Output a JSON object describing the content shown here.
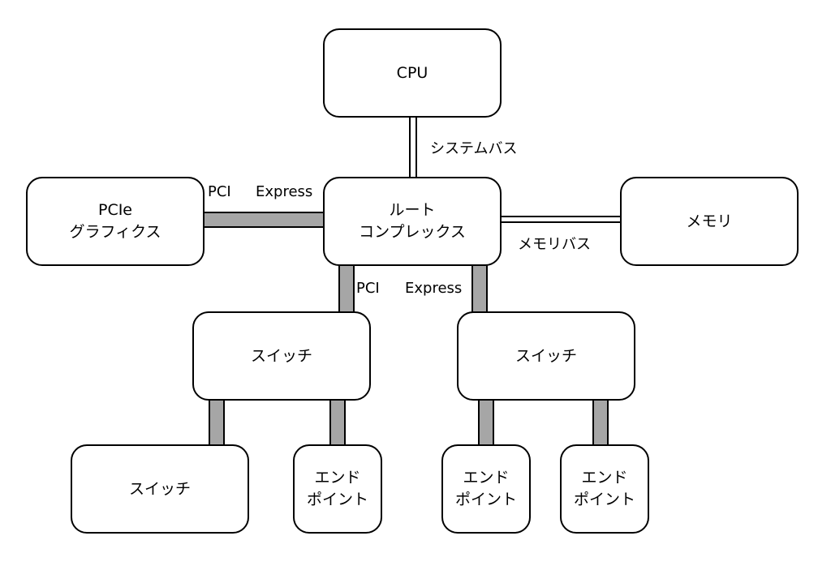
{
  "colors": {
    "border": "#000000",
    "pcie_link": "#a6a6a6",
    "background": "#ffffff"
  },
  "nodes": {
    "cpu": {
      "lines": [
        "CPU"
      ]
    },
    "root_complex": {
      "lines": [
        "ルート",
        "コンプレックス"
      ]
    },
    "pcie_graphics": {
      "lines": [
        "PCIe",
        "グラフィクス"
      ]
    },
    "memory": {
      "lines": [
        "メモリ"
      ]
    },
    "switch_left": {
      "lines": [
        "スイッチ"
      ]
    },
    "switch_right": {
      "lines": [
        "スイッチ"
      ]
    },
    "switch_bottom": {
      "lines": [
        "スイッチ"
      ]
    },
    "endpoint_1": {
      "lines": [
        "エンド",
        "ポイント"
      ]
    },
    "endpoint_2": {
      "lines": [
        "エンド",
        "ポイント"
      ]
    },
    "endpoint_3": {
      "lines": [
        "エンド",
        "ポイント"
      ]
    }
  },
  "labels": {
    "system_bus": "システムバス",
    "memory_bus": "メモリバス",
    "pci_express_top_a": "PCI",
    "pci_express_top_b": "Express",
    "pci_express_mid_a": "PCI",
    "pci_express_mid_b": "Express"
  }
}
